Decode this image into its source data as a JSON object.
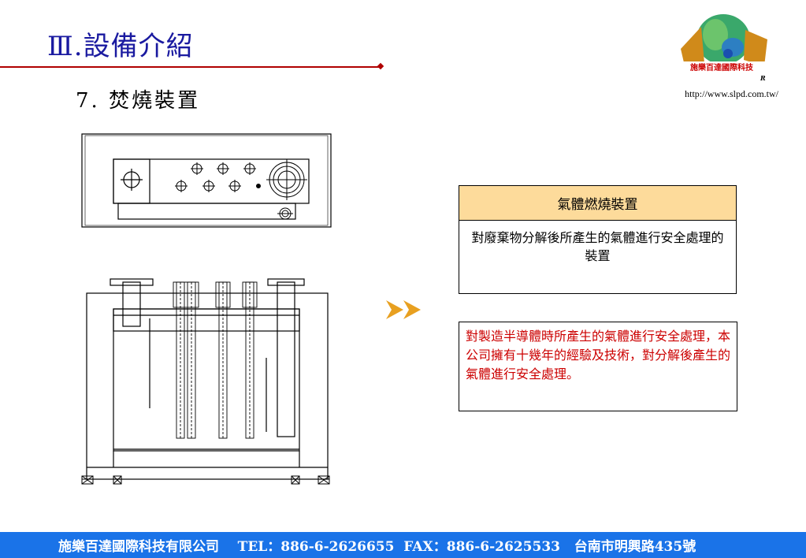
{
  "header": {
    "title": "Ⅲ.設備介紹",
    "subtitle": "7. 焚燒裝置",
    "url": "http://www.slpd.com.tw/"
  },
  "logo": {
    "icon": "globe-logo",
    "text": "施樂百達國際科技"
  },
  "info_box": {
    "heading": "氣體燃燒裝置",
    "body": "對廢棄物分解後所產生的氣體進行安全處理的裝置"
  },
  "note_box": {
    "text": "對製造半導體時所產生的氣體進行安全處理，本公司擁有十幾年的經驗及技術，對分解後產生的氣體進行安全處理。"
  },
  "footer": {
    "text": "施樂百達國際科技有限公司    TEL：886-6-2626655  FAX：886-6-2625533   台南市明興路435號"
  },
  "colors": {
    "title": "#1a1aa0",
    "rule": "#b00000",
    "box_header": "#fddb9b",
    "note_text": "#cc0000",
    "footer": "#1a73e8",
    "arrow": "#e8a020"
  }
}
